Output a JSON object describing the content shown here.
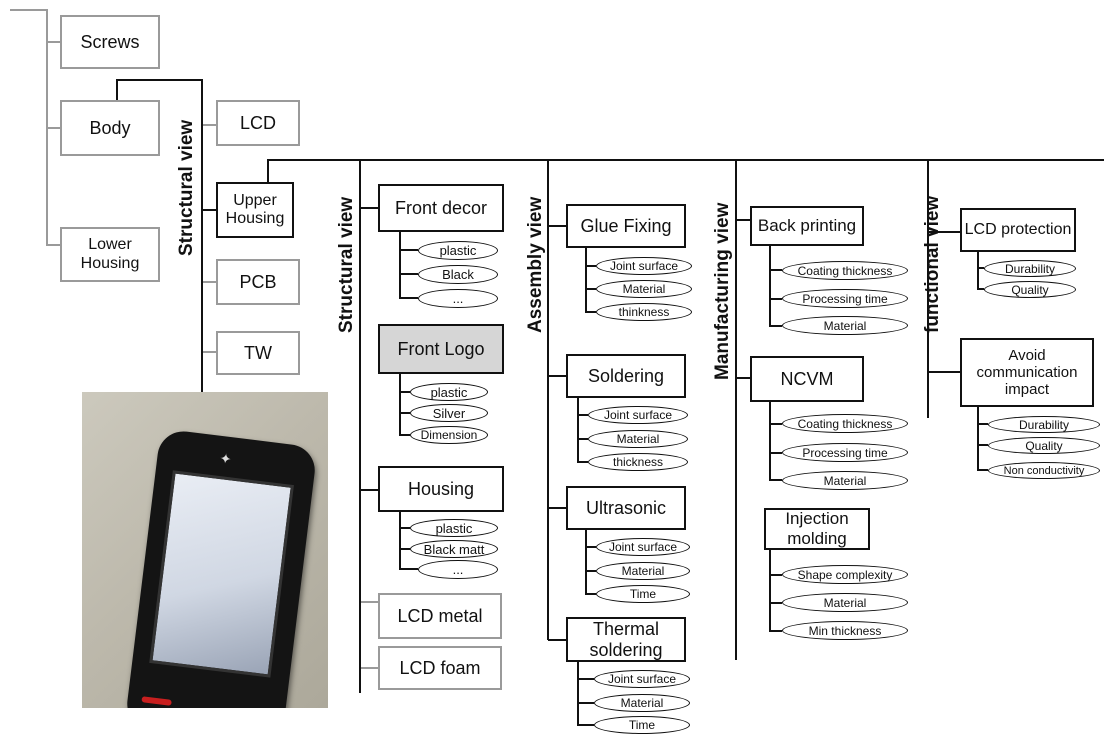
{
  "views": {
    "structural_left": "Structural view",
    "structural": "Structural view",
    "assembly": "Assembly view",
    "manufacturing": "Manufacturing view",
    "functional": "functional view"
  },
  "left_tree": {
    "screws": "Screws",
    "body": "Body",
    "lower_housing": "Lower Housing"
  },
  "structural_left_items": {
    "lcd": "LCD",
    "upper_housing": "Upper Housing",
    "pcb": "PCB",
    "tw": "TW"
  },
  "structural": {
    "front_decor": {
      "label": "Front decor",
      "attrs": [
        "plastic",
        "Black",
        "..."
      ]
    },
    "front_logo": {
      "label": "Front  Logo",
      "attrs": [
        "plastic",
        "Silver",
        "Dimension"
      ]
    },
    "housing": {
      "label": "Housing",
      "attrs": [
        "plastic",
        "Black matt",
        "..."
      ]
    },
    "lcd_metal": "LCD metal",
    "lcd_foam": "LCD foam"
  },
  "assembly": {
    "glue_fixing": {
      "label": "Glue Fixing",
      "attrs": [
        "Joint surface",
        "Material",
        "thinkness"
      ]
    },
    "soldering": {
      "label": "Soldering",
      "attrs": [
        "Joint surface",
        "Material",
        "thickness"
      ]
    },
    "ultrasonic": {
      "label": "Ultrasonic",
      "attrs": [
        "Joint surface",
        "Material",
        "Time"
      ]
    },
    "thermal_soldering": {
      "label": "Thermal soldering",
      "attrs": [
        "Joint surface",
        "Material",
        "Time"
      ]
    }
  },
  "manufacturing": {
    "back_printing": {
      "label": "Back printing",
      "attrs": [
        "Coating thickness",
        "Processing time",
        "Material"
      ]
    },
    "ncvm": {
      "label": "NCVM",
      "attrs": [
        "Coating thickness",
        "Processing time",
        "Material"
      ]
    },
    "injection_molding": {
      "label": "Injection molding",
      "attrs": [
        "Shape complexity",
        "Material",
        "Min thickness"
      ]
    }
  },
  "functional": {
    "lcd_protection": {
      "label": "LCD protection",
      "attrs": [
        "Durability",
        "Quality"
      ]
    },
    "avoid_comm": {
      "label": "Avoid communication impact",
      "attrs": [
        "Durability",
        "Quality",
        "Non conductivity"
      ]
    }
  }
}
